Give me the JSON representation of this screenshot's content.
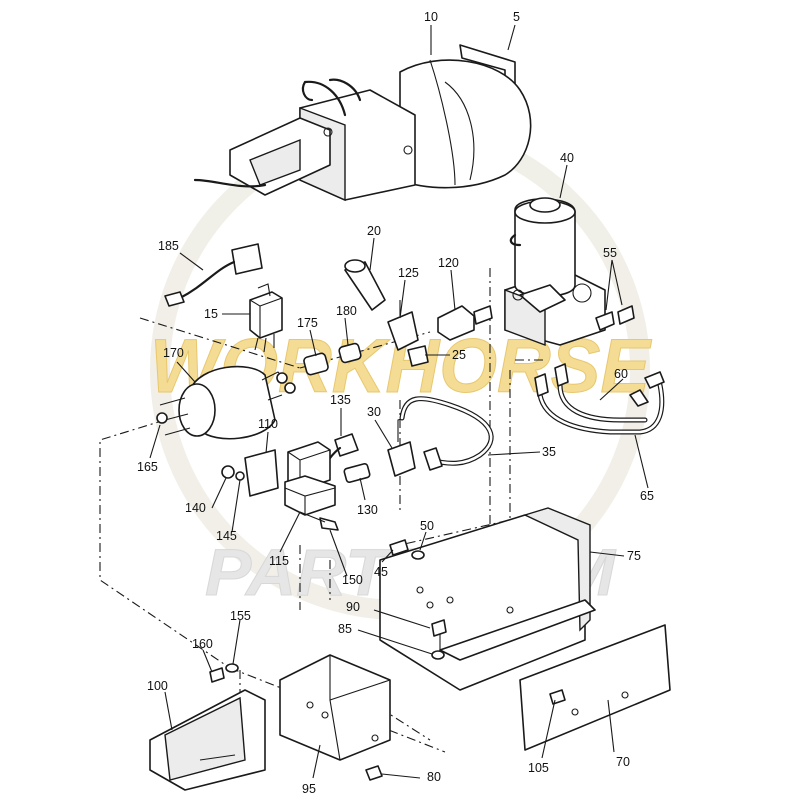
{
  "watermark": {
    "line1": "WORKHORSE",
    "line2": "PARTS.COM",
    "color": "#f3d98a",
    "gray": "#e4e4e4"
  },
  "callouts": [
    {
      "id": "10",
      "label": "10"
    },
    {
      "id": "5",
      "label": "5"
    },
    {
      "id": "40",
      "label": "40"
    },
    {
      "id": "20",
      "label": "20"
    },
    {
      "id": "185",
      "label": "185"
    },
    {
      "id": "55",
      "label": "55"
    },
    {
      "id": "120",
      "label": "120"
    },
    {
      "id": "125",
      "label": "125"
    },
    {
      "id": "15",
      "label": "15"
    },
    {
      "id": "175",
      "label": "175"
    },
    {
      "id": "180",
      "label": "180"
    },
    {
      "id": "25",
      "label": "25"
    },
    {
      "id": "170",
      "label": "170"
    },
    {
      "id": "60",
      "label": "60"
    },
    {
      "id": "135",
      "label": "135"
    },
    {
      "id": "30",
      "label": "30"
    },
    {
      "id": "110",
      "label": "110"
    },
    {
      "id": "35",
      "label": "35"
    },
    {
      "id": "165",
      "label": "165"
    },
    {
      "id": "65",
      "label": "65"
    },
    {
      "id": "140",
      "label": "140"
    },
    {
      "id": "145",
      "label": "145"
    },
    {
      "id": "130",
      "label": "130"
    },
    {
      "id": "50",
      "label": "50"
    },
    {
      "id": "115",
      "label": "115"
    },
    {
      "id": "150",
      "label": "150"
    },
    {
      "id": "75",
      "label": "75"
    },
    {
      "id": "45",
      "label": "45"
    },
    {
      "id": "90",
      "label": "90"
    },
    {
      "id": "155",
      "label": "155"
    },
    {
      "id": "85",
      "label": "85"
    },
    {
      "id": "160",
      "label": "160"
    },
    {
      "id": "100",
      "label": "100"
    },
    {
      "id": "105",
      "label": "105"
    },
    {
      "id": "70",
      "label": "70"
    },
    {
      "id": "95",
      "label": "95"
    },
    {
      "id": "80",
      "label": "80"
    }
  ]
}
